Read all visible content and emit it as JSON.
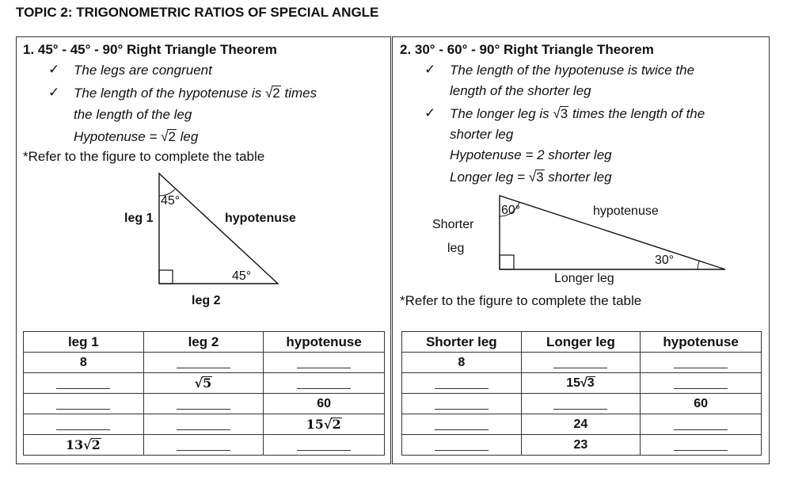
{
  "topic_title": "TOPIC 2: TRIGONOMETRIC RATIOS OF SPECIAL ANGLE",
  "left": {
    "heading": "1. 45° - 45° - 90° Right Triangle Theorem",
    "bullet1": "The legs are congruent",
    "bullet2_a": "The length of the hypotenuse is ",
    "bullet2_rad": "2",
    "bullet2_b": " times",
    "bullet2_c": "the length of the leg",
    "formula_a": "Hypotenuse = ",
    "formula_rad": "2",
    "formula_b": " leg",
    "refer": "*Refer to the figure to complete the table",
    "figure": {
      "angle_top": "45°",
      "angle_bottom": "45°",
      "leg1": "leg 1",
      "leg2": "leg 2",
      "hyp": "hypotenuse"
    },
    "table": {
      "headers": [
        "leg 1",
        "leg 2",
        "hypotenuse"
      ],
      "r1c1": "8",
      "r2c2_rad": "5",
      "r3c3": "60",
      "r4c3_coef": "15",
      "r4c3_rad": "2",
      "r5c1_coef": "13",
      "r5c1_rad": "2"
    }
  },
  "right": {
    "heading": "2. 30° - 60° - 90° Right Triangle Theorem",
    "bullet1_a": "The length of the hypotenuse is twice the",
    "bullet1_b": "length of the shorter leg",
    "bullet2_a": "The longer leg is ",
    "bullet2_rad": "3",
    "bullet2_b": " times the length of the",
    "bullet2_c": "shorter leg",
    "formula1": "Hypotenuse = 2 shorter leg",
    "formula2_a": "Longer leg = ",
    "formula2_rad": "3",
    "formula2_b": " shorter leg",
    "refer": "*Refer to the figure to complete the table",
    "figure": {
      "angle_top": "60°",
      "angle_right": "30°",
      "shorter1": "Shorter",
      "shorter2": "leg",
      "longer": "Longer leg",
      "hyp": "hypotenuse"
    },
    "table": {
      "headers": [
        "Shorter leg",
        "Longer leg",
        "hypotenuse"
      ],
      "r1c1": "8",
      "r2c2_coef": "15",
      "r2c2_rad": "3",
      "r3c3": "60",
      "r4c2": "24",
      "r5c2": "23"
    }
  },
  "check_mark": "✓"
}
